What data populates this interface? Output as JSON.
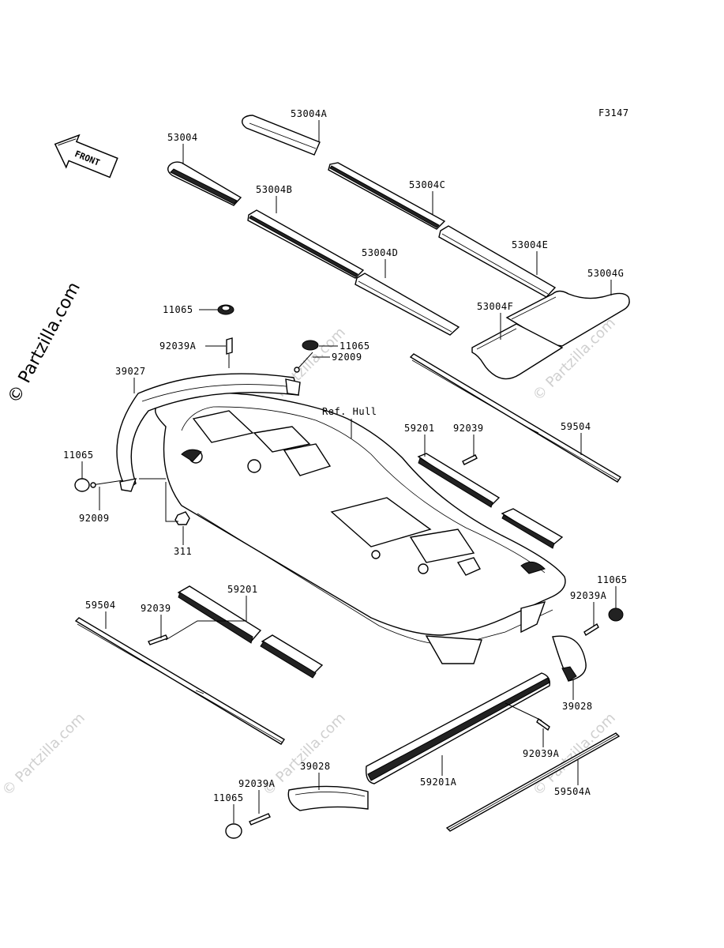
{
  "diagram": {
    "code": "F3147",
    "front_label": "FRONT",
    "watermark": "© Partzilla.com",
    "ref_label": "Ref. Hull",
    "parts": {
      "p53004": "53004",
      "p53004A": "53004A",
      "p53004B": "53004B",
      "p53004C": "53004C",
      "p53004D": "53004D",
      "p53004E": "53004E",
      "p53004F": "53004F",
      "p53004G": "53004G",
      "p11065_a": "11065",
      "p11065_b": "11065",
      "p11065_c": "11065",
      "p11065_d": "11065",
      "p11065_e": "11065",
      "p92039A_a": "92039A",
      "p92039A_b": "92039A",
      "p92039A_c": "92039A",
      "p92039A_d": "92039A",
      "p92009_a": "92009",
      "p92009_b": "92009",
      "p39027": "39027",
      "p39028_a": "39028",
      "p39028_b": "39028",
      "p59201_a": "59201",
      "p59201_b": "59201",
      "p59201A": "59201A",
      "p92039_a": "92039",
      "p92039_b": "92039",
      "p59504_a": "59504",
      "p59504_b": "59504",
      "p59504A": "59504A",
      "p311": "311"
    }
  }
}
